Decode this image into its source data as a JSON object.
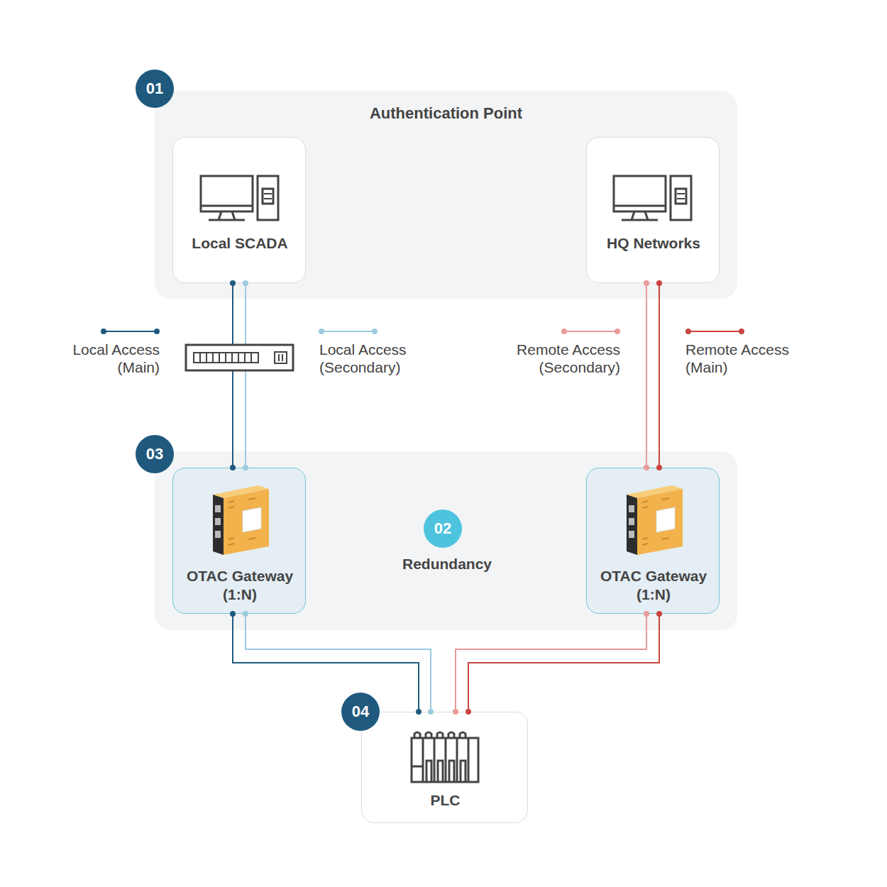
{
  "diagram": {
    "nodes": [
      {
        "text": [
          "Authentication Point"
        ]
      },
      {
        "text": [
          "Local SCADA"
        ],
        "in": 0
      },
      {
        "text": [
          "HQ Networks"
        ],
        "in": 0
      },
      {
        "text": [
          "Redundancy"
        ]
      },
      {
        "text": [
          "OTAC Gateway (1:N)"
        ],
        "in": 3
      },
      {
        "text": [
          "OTAC Gateway (1:N)"
        ],
        "in": 3
      },
      {
        "text": [
          "PLC"
        ]
      }
    ],
    "edges": [
      {
        "from": 1,
        "to": 4,
        "arrow": "none"
      },
      {
        "from": 1,
        "to": 4,
        "arrow": "none"
      },
      {
        "from": 2,
        "to": 5,
        "arrow": "none"
      },
      {
        "from": 2,
        "to": 5,
        "arrow": "none"
      },
      {
        "from": 4,
        "to": 6,
        "arrow": "none"
      },
      {
        "from": 4,
        "to": 6,
        "arrow": "none"
      },
      {
        "from": 5,
        "to": 6,
        "arrow": "none"
      },
      {
        "from": 5,
        "to": 6,
        "arrow": "none"
      }
    ],
    "labels": [
      "01",
      "02",
      "03",
      "04"
    ],
    "legend": [
      {
        "text": "Local Access (Main)"
      },
      {
        "text": "Local Access (Secondary)"
      },
      {
        "text": "Remote Access (Secondary)"
      },
      {
        "text": "Remote Access (Main)"
      }
    ]
  }
}
